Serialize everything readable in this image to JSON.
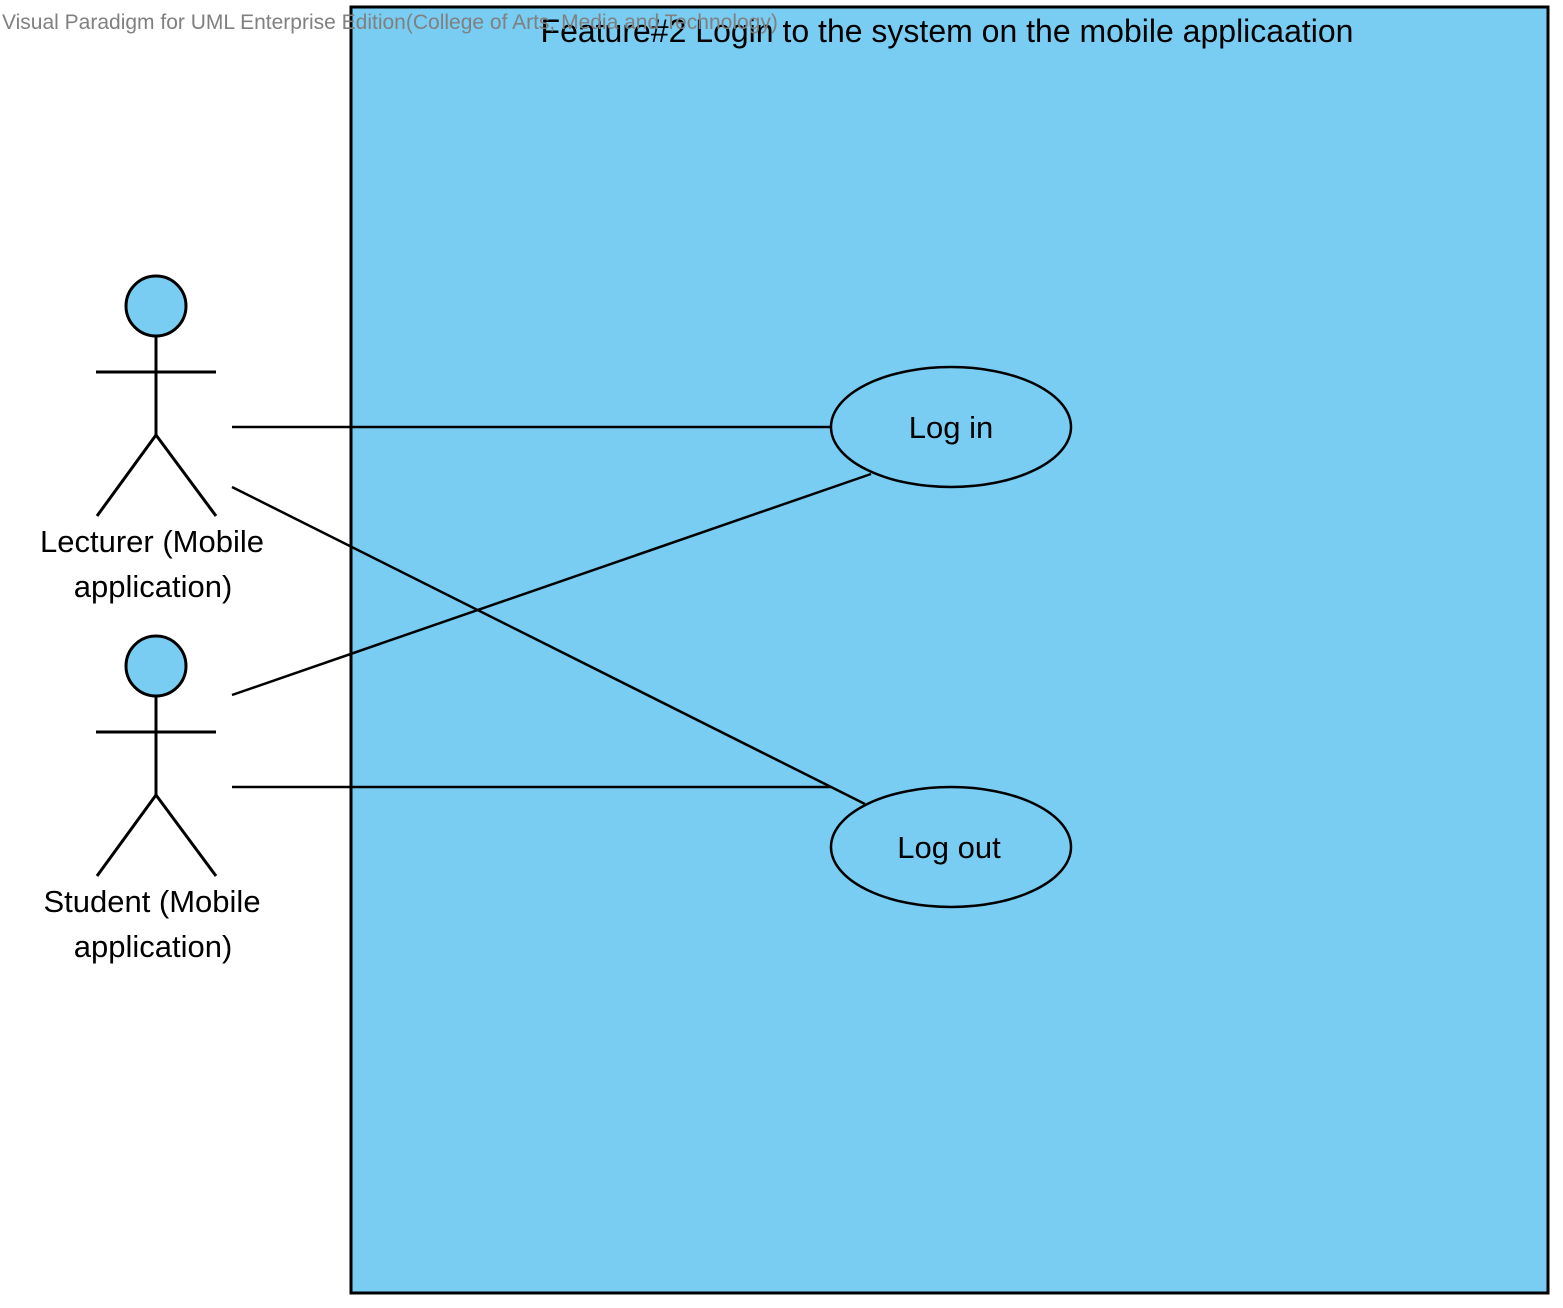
{
  "watermark": "Visual Paradigm for UML Enterprise Edition(College of Arts, Media and Technology)",
  "system": {
    "title": "Feature#2 Login to the system on the mobile applicaation"
  },
  "actors": {
    "lecturer": {
      "line1": "Lecturer (Mobile",
      "line2": "application)"
    },
    "student": {
      "line1": "Student (Mobile",
      "line2": "application)"
    }
  },
  "use_cases": {
    "login": "Log in",
    "logout": "Log out"
  },
  "colors": {
    "fill": "#79cdf2",
    "stroke": "#000000",
    "watermark": "#808080"
  }
}
